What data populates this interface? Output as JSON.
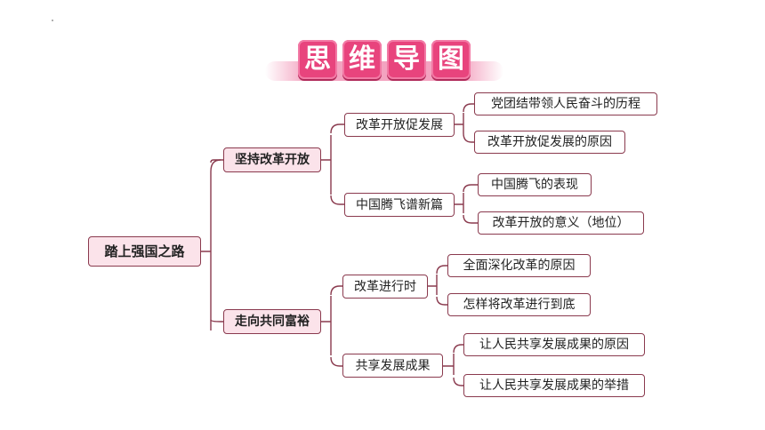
{
  "title_chars": [
    "思",
    "维",
    "导",
    "图"
  ],
  "mindmap": {
    "root": "踏上强国之路",
    "branches": [
      {
        "label": "坚持改革开放",
        "children": [
          {
            "label": "改革开放促发展",
            "children": [
              "党团结带领人民奋斗的历程",
              "改革开放促发展的原因"
            ]
          },
          {
            "label": "中国腾飞谱新篇",
            "children": [
              "中国腾飞的表现",
              "改革开放的意义（地位）"
            ]
          }
        ]
      },
      {
        "label": "走向共同富裕",
        "children": [
          {
            "label": "改革进行时",
            "children": [
              "全面深化改革的原因",
              "怎样将改革进行到底"
            ]
          },
          {
            "label": "共享发展成果",
            "children": [
              "让人民共享发展成果的原因",
              "让人民共享发展成果的举措"
            ]
          }
        ]
      }
    ]
  },
  "colors": {
    "title_fill": "#e8447d",
    "title_band": "#f3a3c0",
    "node_pink": "#fbe3ea",
    "line": "#8a3a4e"
  }
}
